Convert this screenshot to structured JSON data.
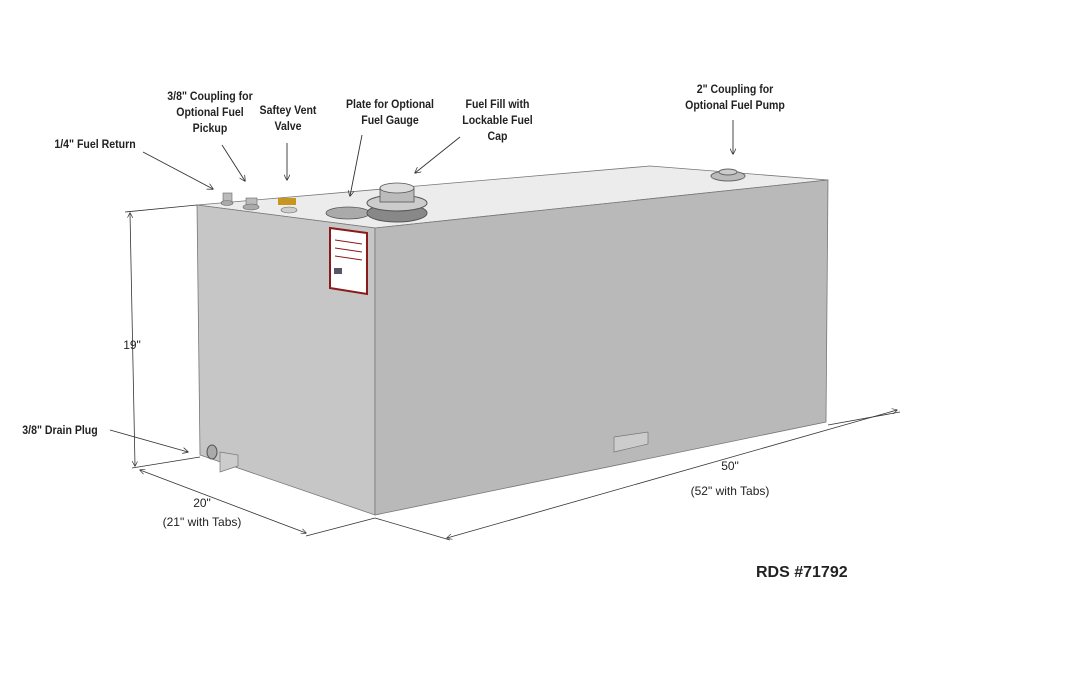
{
  "callouts": {
    "fuel_return": "1/4\" Fuel Return",
    "coupling_pickup": [
      "3/8\" Coupling for",
      "Optional Fuel",
      "Pickup"
    ],
    "vent_valve": [
      "Saftey Vent",
      "Valve"
    ],
    "gauge_plate": [
      "Plate for Optional",
      "Fuel Gauge"
    ],
    "fuel_fill": [
      "Fuel Fill with",
      "Lockable Fuel",
      "Cap"
    ],
    "pump_coupling": [
      "2\" Coupling for",
      "Optional Fuel Pump"
    ],
    "drain_plug": "3/8\" Drain Plug"
  },
  "dimensions": {
    "height": "19\"",
    "width": "20\"",
    "width_tabs": "(21\" with Tabs)",
    "length": "50\"",
    "length_tabs": "(52\" with Tabs)"
  },
  "model": "RDS #71792",
  "colors": {
    "side": "#b9b9b9",
    "end": "#c6c6c6",
    "top": "#ececec",
    "plate": "#8b1a1a",
    "valve": "#c8961e"
  }
}
